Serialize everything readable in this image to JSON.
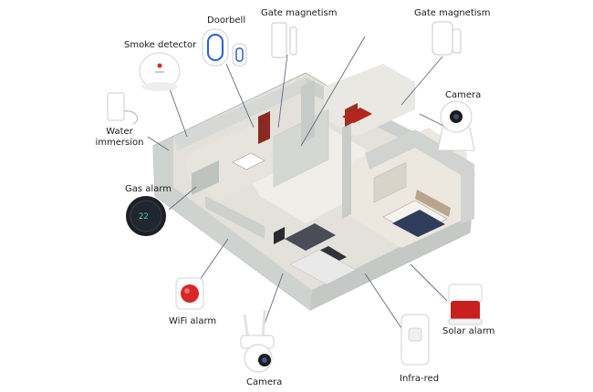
{
  "labels": {
    "doorbell": "Doorbell",
    "gate_magnetism_1": "Gate magnetism",
    "gate_magnetism_2": "Gate magnetism",
    "smoke_detector": "Smoke detector",
    "camera_top": "Camera",
    "water_line1": "Water",
    "water_line2": "immersion",
    "gas_alarm": "Gas alarm",
    "wifi_alarm": "WiFi alarm",
    "solar_alarm": "Solar alarm",
    "infra_red": "Infra-red",
    "camera_bottom": "Camera"
  },
  "devices": {
    "gas_alarm_display": "22"
  },
  "colors": {
    "line": "#5a6b86",
    "wall": "#d9dcd8",
    "floor": "#ece9e2",
    "alarm_red": "#d62828"
  }
}
